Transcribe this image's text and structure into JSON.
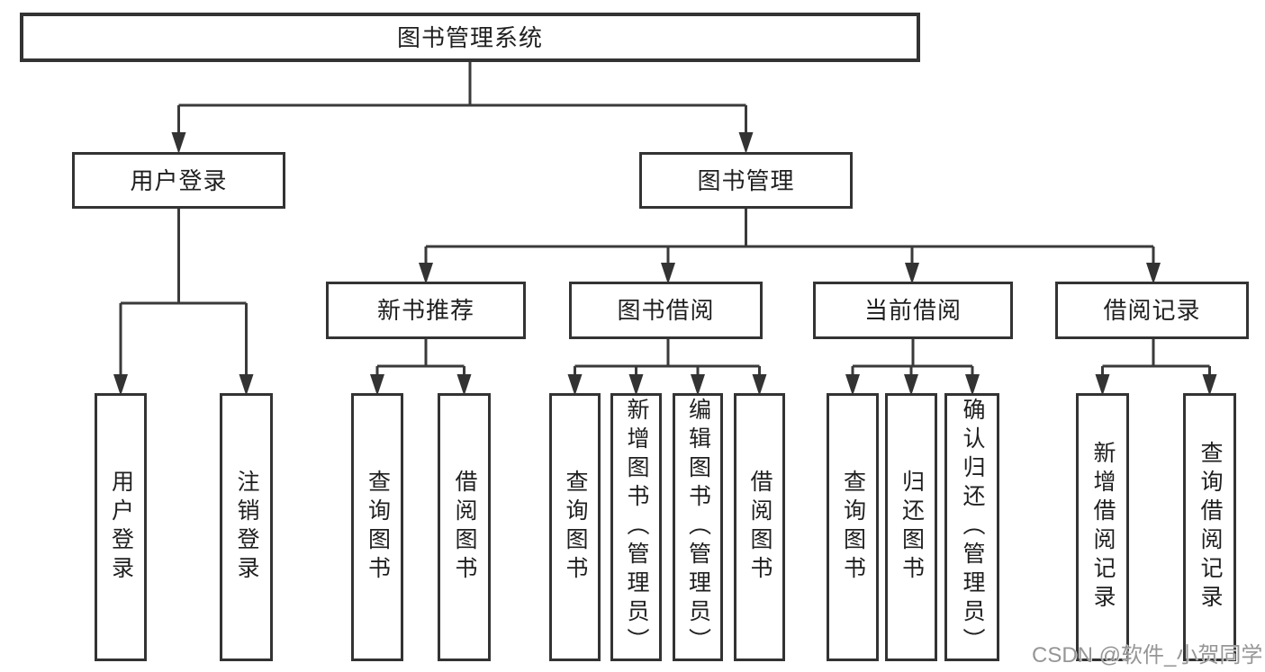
{
  "diagram": {
    "root": {
      "label": "图书管理系统"
    },
    "branches": [
      {
        "label": "用户登录",
        "children": [
          "用户登录",
          "注销登录"
        ]
      },
      {
        "label": "图书管理",
        "sections": [
          {
            "label": "新书推荐",
            "children": [
              "查询图书",
              "借阅图书"
            ]
          },
          {
            "label": "图书借阅",
            "children": [
              "查询图书",
              "新增图书（管理员）",
              "编辑图书（管理员）",
              "借阅图书"
            ]
          },
          {
            "label": "当前借阅",
            "children": [
              "查询图书",
              "归还图书",
              "确认归还（管理员）"
            ]
          },
          {
            "label": "借阅记录",
            "children": [
              "新增借阅记录",
              "查询借阅记录"
            ]
          }
        ]
      }
    ]
  },
  "watermark": {
    "text": "CSDN @软件_小贺同学"
  },
  "colors": {
    "line": "#3a3a3a",
    "box_border": "#333333",
    "text": "#1f1f1f",
    "watermark": "#969696",
    "background": "#ffffff"
  }
}
